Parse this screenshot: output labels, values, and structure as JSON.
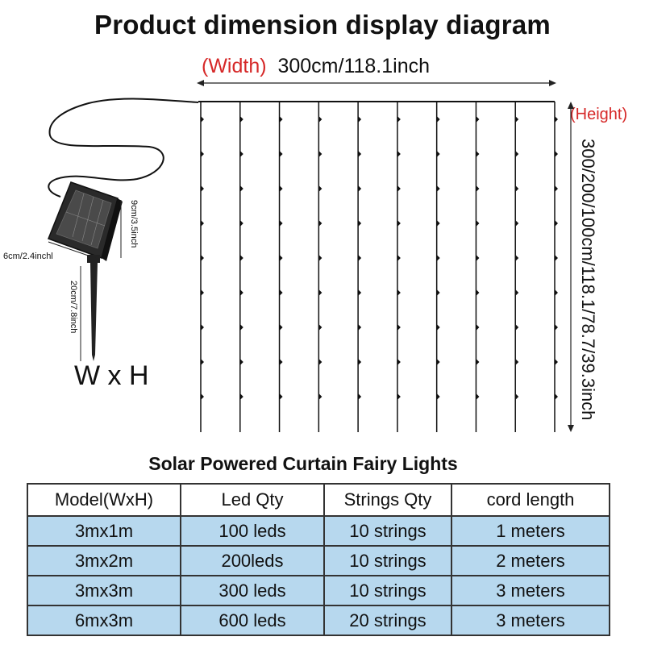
{
  "title": "Product dimension display diagram",
  "width_tag": "(Width)",
  "width_value": "300cm/118.1inch",
  "height_tag": "(Height)",
  "height_value": "300/200/100cm/118.1/78.7/39.3inch",
  "panel_height_label": "9cm/3.5inch",
  "panel_width_label": "6cm/2.4inchl",
  "stake_label": "20cm/7.8inch",
  "wxh_label": "W x H",
  "subtitle": "Solar Powered Curtain Fairy Lights",
  "table": {
    "headers": [
      "Model(WxH)",
      "Led Qty",
      "Strings Qty",
      "cord length"
    ],
    "rows": [
      [
        "3mx1m",
        "100 leds",
        "10 strings",
        "1 meters"
      ],
      [
        "3mx2m",
        "200leds",
        "10 strings",
        "2 meters"
      ],
      [
        "3mx3m",
        "300 leds",
        "10 strings",
        "3 meters"
      ],
      [
        "6mx3m",
        "600 leds",
        "20 strings",
        "3 meters"
      ]
    ]
  },
  "colors": {
    "annotation_red": "#d62828",
    "row_blue": "#b7d8ee",
    "line": "#111111"
  },
  "strings_count": 10
}
